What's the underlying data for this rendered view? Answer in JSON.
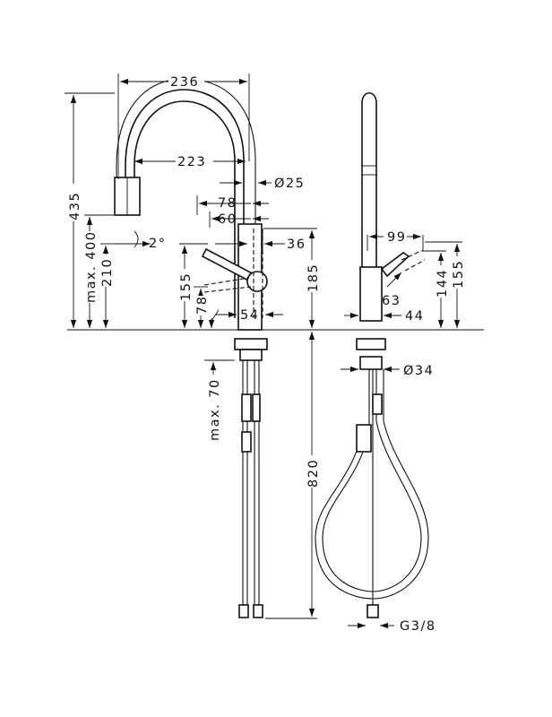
{
  "dimensions": {
    "d236": "236",
    "d223": "223",
    "d25": "Ø25",
    "d78a": "78",
    "d60": "60",
    "d36": "36",
    "d2deg": "2°",
    "d435": "435",
    "dmax400": "max. 400",
    "d210": "210",
    "d155a": "155",
    "d78b": "78",
    "d185": "185",
    "d54": "54",
    "d99": "99",
    "d144": "144",
    "d155b": "155",
    "d63": "63",
    "d44": "44",
    "d34": "Ø34",
    "dmax70": "max. 70",
    "d820": "820",
    "dg38": "G3/8"
  }
}
